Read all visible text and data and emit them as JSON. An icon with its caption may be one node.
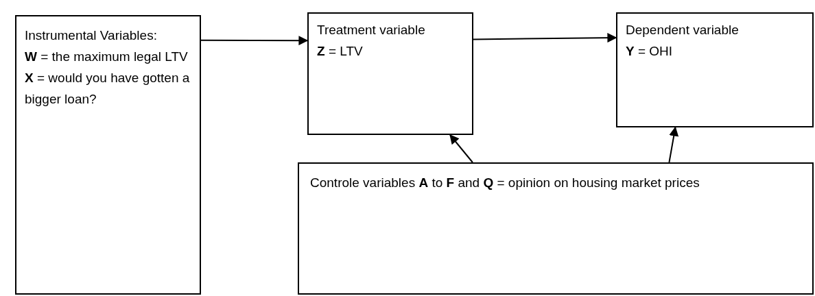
{
  "diagram": {
    "nodes": [
      {
        "text": [
          "Instrumental Variables:",
          "**W** = the maximum legal LTV",
          "**X** = would you have gotten a bigger loan?"
        ]
      },
      {
        "text": [
          "Treatment variable",
          "**Z** = LTV"
        ]
      },
      {
        "text": [
          "Dependent variable",
          "**Y** = OHI"
        ]
      },
      {
        "text": [
          "Controle variables **A** to **F** and **Q** = opinion on housing market prices"
        ]
      }
    ],
    "edges": [
      {
        "from": 0,
        "to": 1,
        "arrow": "to"
      },
      {
        "from": 1,
        "to": 2,
        "arrow": "to"
      },
      {
        "from": 3,
        "to": 1,
        "arrow": "to"
      },
      {
        "from": 3,
        "to": 2,
        "arrow": "to"
      }
    ]
  }
}
